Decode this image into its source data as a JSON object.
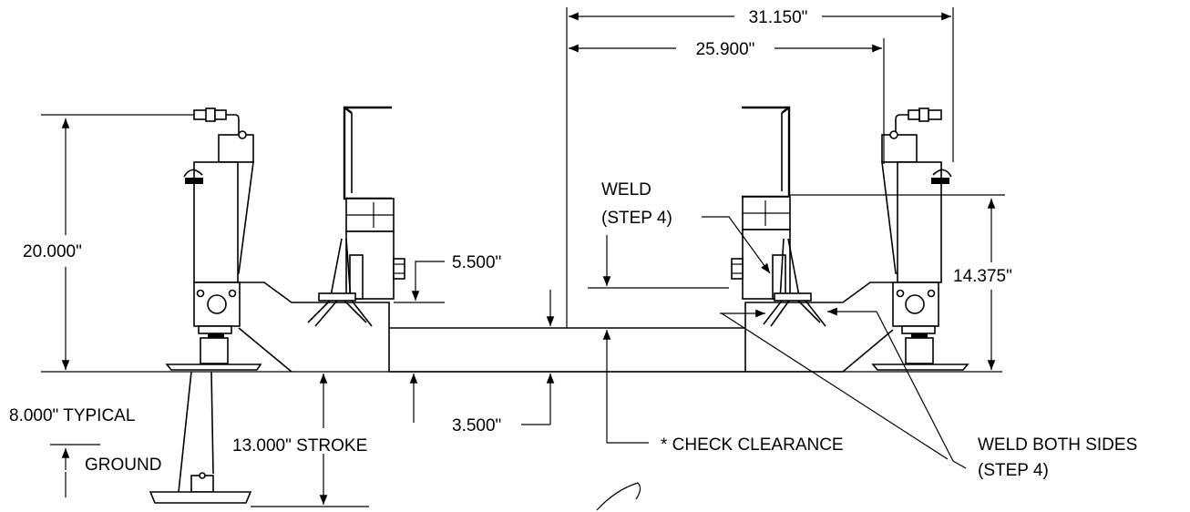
{
  "dimensions": {
    "overall_width": "31.150\"",
    "inner_width": "25.900\"",
    "height": "20.000\"",
    "bracket_height": "14.375\"",
    "drop": "5.500\"",
    "offset": "3.500\"",
    "typical": "8.000\" TYPICAL",
    "stroke": "13.000\" STROKE"
  },
  "labels": {
    "weld_line1": "WELD",
    "weld_line2": "(STEP 4)",
    "ground": "GROUND",
    "check_clearance": "* CHECK CLEARANCE",
    "weld_both_line1": "WELD BOTH SIDES",
    "weld_both_line2": "(STEP 4)"
  }
}
